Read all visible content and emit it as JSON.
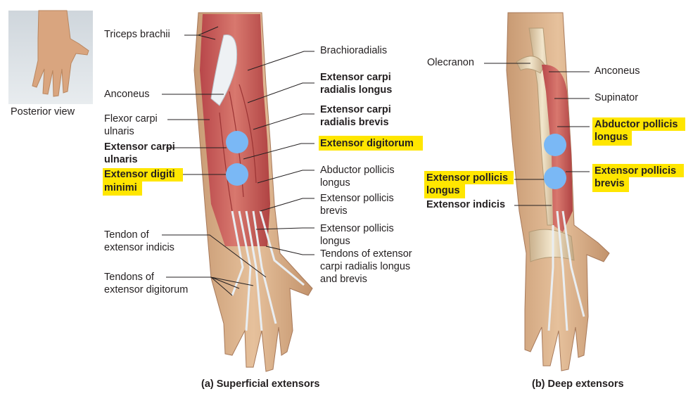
{
  "thumbnail": {
    "caption": "Posterior view"
  },
  "superficial": {
    "caption": "(a) Superficial extensors",
    "labels": {
      "triceps": "Triceps brachii",
      "anconeus": "Anconeus",
      "fcu_1": "Flexor carpi",
      "fcu_2": "ulnaris",
      "ecu_1": "Extensor carpi",
      "ecu_2": "ulnaris",
      "edm_1": "Extensor digiti",
      "edm_2": "minimi",
      "tei_1": "Tendon of",
      "tei_2": "extensor indicis",
      "ted_1": "Tendons of",
      "ted_2": "extensor digitorum",
      "brachioradialis": "Brachioradialis",
      "ecrl_1": "Extensor carpi",
      "ecrl_2": "radialis longus",
      "ecrb_1": "Extensor carpi",
      "ecrb_2": "radialis brevis",
      "ed": "Extensor digitorum",
      "apl_1": "Abductor pollicis",
      "apl_2": "longus",
      "epb_1": "Extensor pollicis",
      "epb_2": "brevis",
      "epl_1": "Extensor pollicis",
      "epl_2": "longus",
      "tecr_1": "Tendons of extensor",
      "tecr_2": "carpi radialis longus",
      "tecr_3": "and brevis"
    }
  },
  "deep": {
    "caption": "(b) Deep extensors",
    "labels": {
      "olecranon": "Olecranon",
      "epl_1": "Extensor pollicis",
      "epl_2": "longus",
      "ei": "Extensor indicis",
      "anconeus": "Anconeus",
      "supinator": "Supinator",
      "apl_1": "Abductor pollicis",
      "apl_2": "longus",
      "epb_1": "Extensor pollicis",
      "epb_2": "brevis"
    }
  },
  "colors": {
    "highlight": "#ffe600",
    "marker": "#7ab8f5",
    "muscle": "#c85a55",
    "bone": "#ead9b8",
    "skin": "#ddb08a"
  }
}
